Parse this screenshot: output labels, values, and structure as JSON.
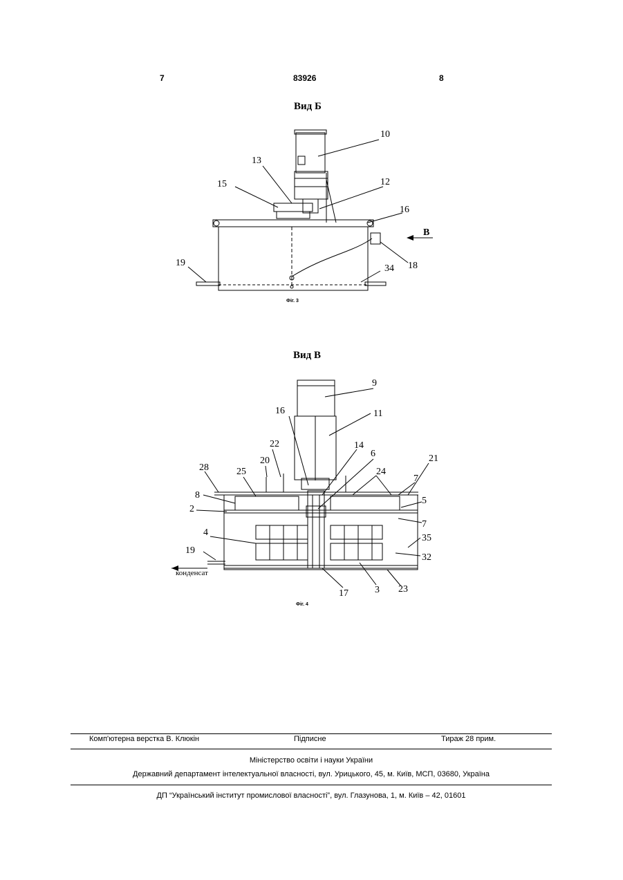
{
  "header": {
    "left_page": "7",
    "patent_number": "83926",
    "right_page": "8"
  },
  "figure3": {
    "title": "Вид Б",
    "caption": "Фіг. 3",
    "labels": [
      "10",
      "13",
      "12",
      "15",
      "16",
      "В",
      "19",
      "18",
      "34"
    ]
  },
  "figure4": {
    "title": "Вид В",
    "caption": "Фіг. 4",
    "labels": [
      "9",
      "16",
      "11",
      "14",
      "6",
      "22",
      "20",
      "21",
      "28",
      "25",
      "24",
      "7",
      "8",
      "5",
      "2",
      "7",
      "4",
      "35",
      "32",
      "19",
      "17",
      "3",
      "23"
    ],
    "outlet_label": "конденсат"
  },
  "footer": {
    "typesetting": "Комп'ютерна верстка В. Клюкін",
    "subscription": "Підписне",
    "circulation": "Тираж 28 прим.",
    "ministry": "Міністерство освіти і науки України",
    "department": "Державний департамент інтелектуальної власності, вул. Урицького, 45, м. Київ, МСП, 03680, Україна",
    "institute": "ДП “Український інститут промислової власності”, вул. Глазунова, 1, м. Київ – 42, 01601"
  }
}
